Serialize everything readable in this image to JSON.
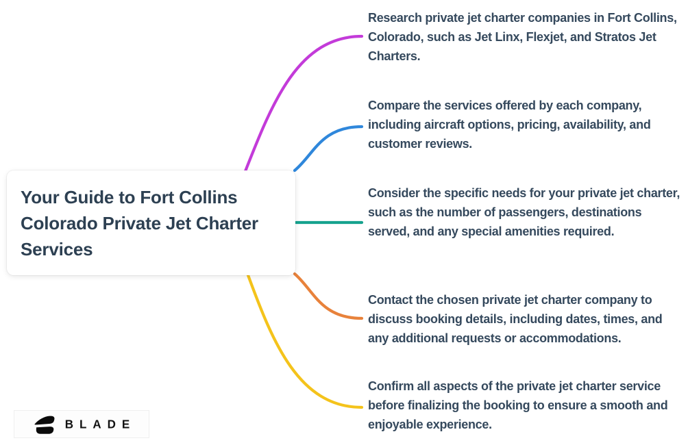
{
  "canvas": {
    "background": "#ffffff"
  },
  "center_node": {
    "title": "Your Guide to Fort Collins Colorado Private Jet Charter Services"
  },
  "branches": [
    {
      "color": "#c33bd9",
      "text": "Research private jet charter companies in Fort Collins, Colorado, such as Jet Linx, Flexjet, and Stratos Jet Charters."
    },
    {
      "color": "#2f87db",
      "text": "Compare the services offered by each company, including aircraft options, pricing, availability, and customer reviews."
    },
    {
      "color": "#16a28e",
      "text": "Consider the specific needs for your private jet charter, such as the number of passengers, destinations served, and any special amenities required."
    },
    {
      "color": "#e8823b",
      "text": "Contact the chosen private jet charter company to discuss booking details, including dates, times, and any additional requests or accommodations."
    },
    {
      "color": "#f4c31b",
      "text": "Confirm all aspects of the private jet charter service before finalizing the booking to ensure a smooth and enjoyable experience."
    }
  ],
  "logo": {
    "brand": "BLADE"
  }
}
